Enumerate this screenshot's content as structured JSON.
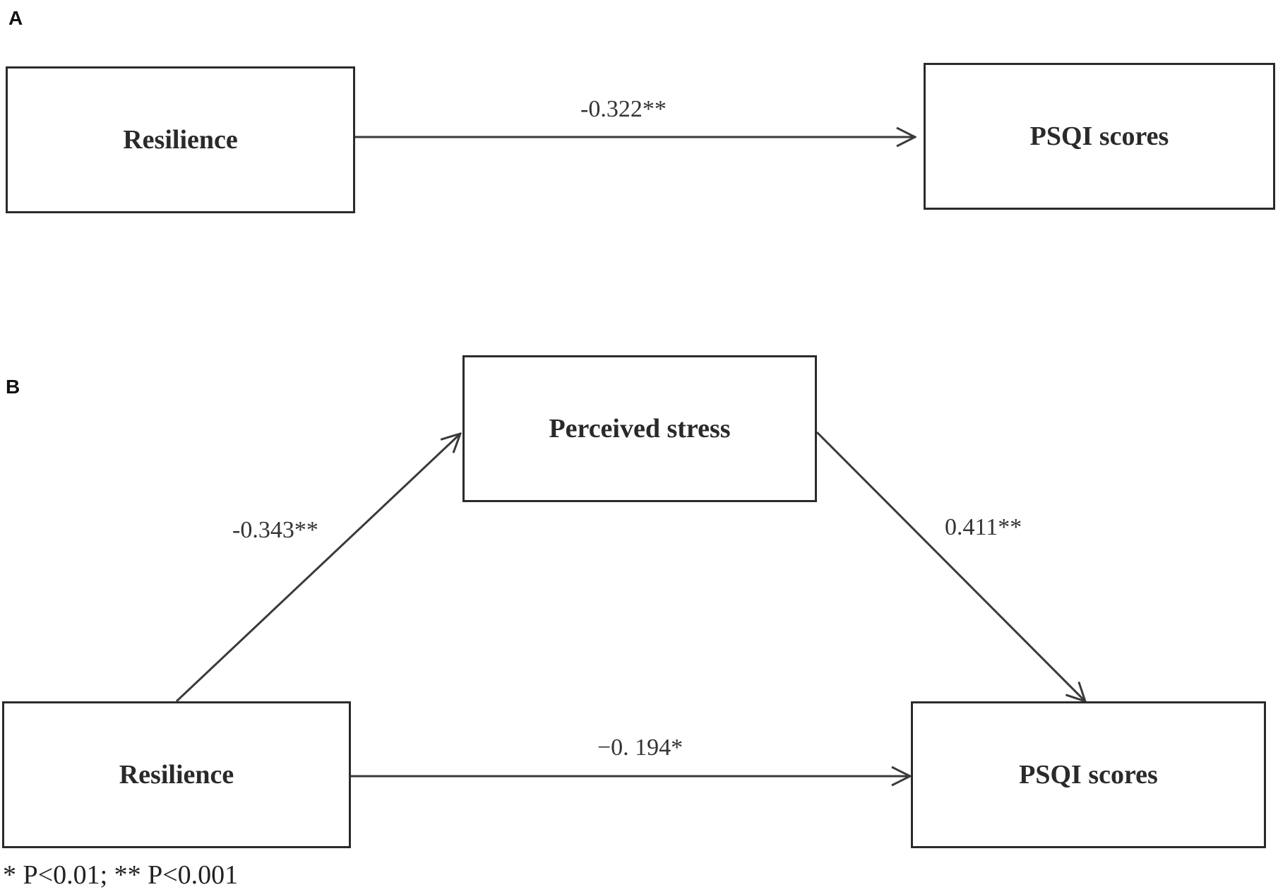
{
  "panel_a": {
    "label": "A",
    "source_node": "Resilience",
    "target_node": "PSQI scores",
    "edge_coefficient": "-0.322**"
  },
  "panel_b": {
    "label": "B",
    "source_node": "Resilience",
    "mediator_node": "Perceived stress",
    "target_node": "PSQI scores",
    "edge_a_coefficient": "-0.343**",
    "edge_b_coefficient": "0.411**",
    "edge_c_prime_coefficient": "−0. 194*"
  },
  "footnote": "* P<0.01; ** P<0.001",
  "colors": {
    "line": "#3a3a3a",
    "text": "#2a2a2a",
    "background": "#ffffff"
  }
}
